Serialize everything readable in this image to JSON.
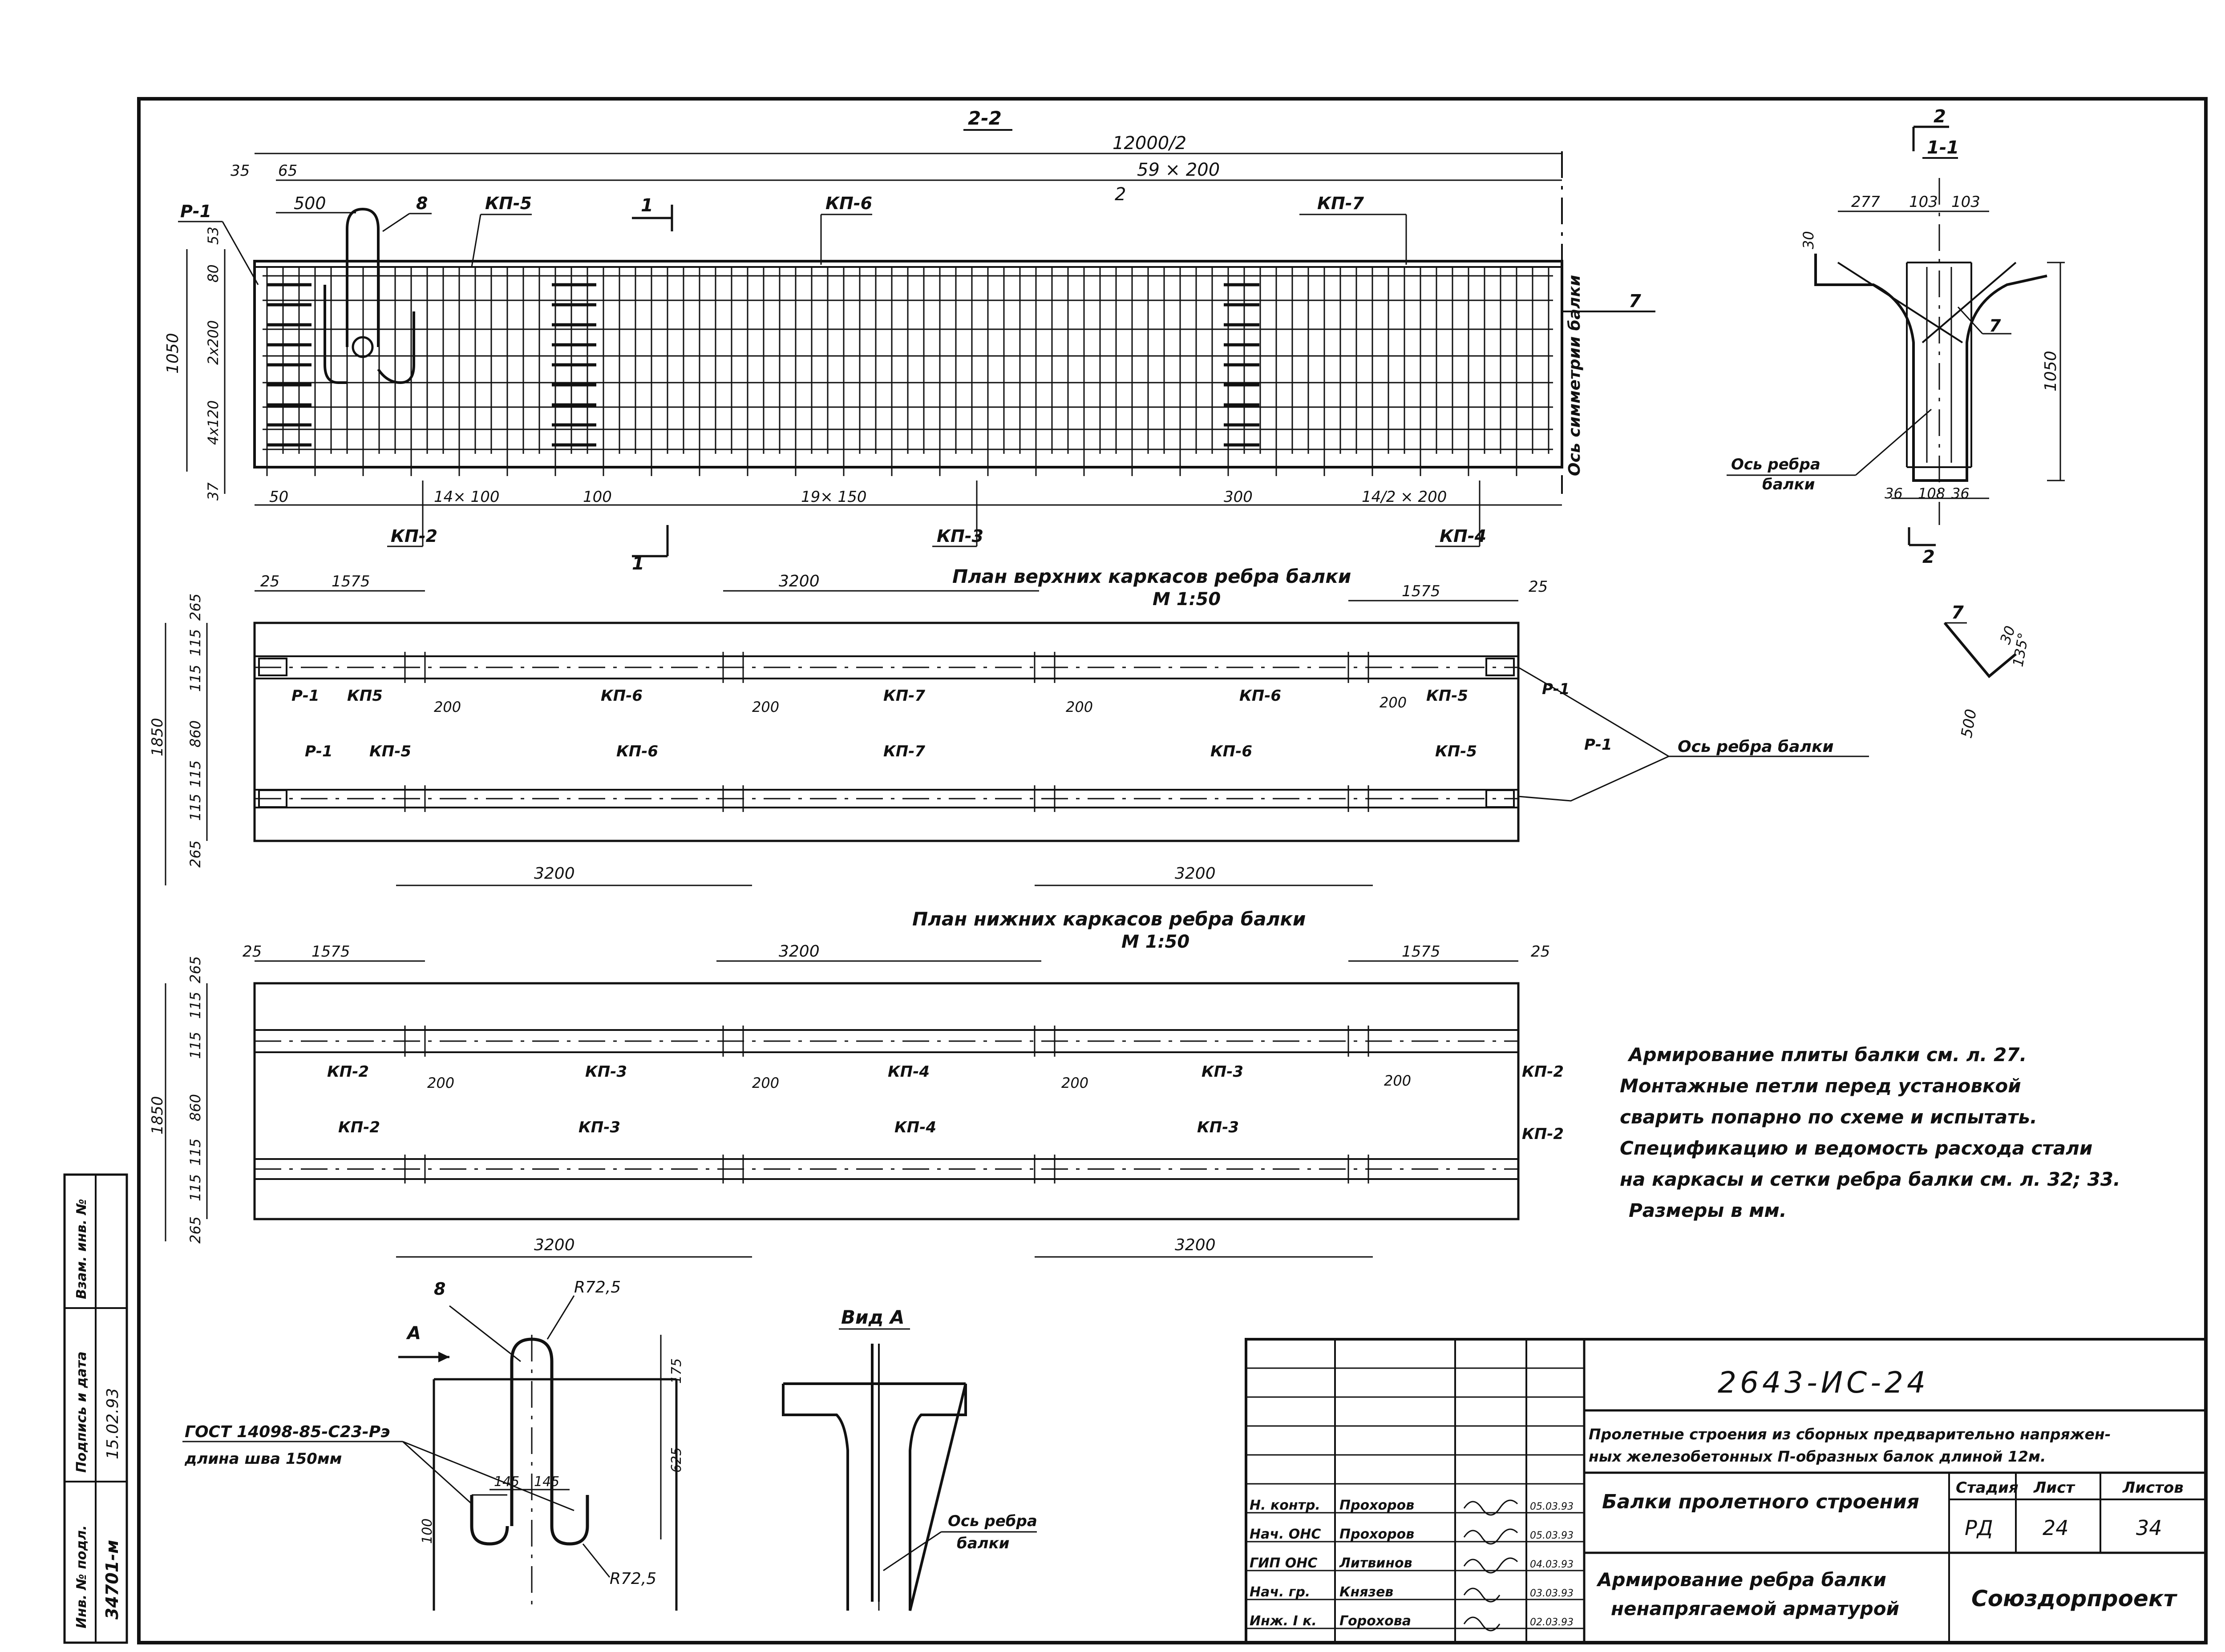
{
  "section22": {
    "title": "2-2",
    "overall": "12000/2",
    "pitch": "59 × 200",
    "pitch_mark": "2",
    "dims_left": [
      "35",
      "65",
      "500"
    ],
    "dims_vertical": [
      "1050",
      "53",
      "80",
      "2x200",
      "4x120",
      "37"
    ],
    "bottom_dims": [
      "50",
      "14× 100",
      "100",
      "19× 150",
      "300",
      "14/2 × 200"
    ],
    "labels_top": [
      "Р-1",
      "8",
      "КП-5",
      "КП-6",
      "КП-7"
    ],
    "labels_bottom": [
      "КП-2",
      "КП-3",
      "КП-4"
    ],
    "cut_mark": "1",
    "axis_label": "Ось симметрии балки",
    "mark7": "7"
  },
  "section11": {
    "title": "1-1",
    "cut_mark": "2",
    "top_dims": [
      "277",
      "103",
      "103"
    ],
    "dim30": "30",
    "height": "1050",
    "bottom_dims": [
      "36",
      "108",
      "36"
    ],
    "axis_label1": "Ось ребра",
    "axis_label2": "балки",
    "mark7": "7"
  },
  "detail7": {
    "mark": "7",
    "dim_small": "30",
    "angle": "135°",
    "length": "500"
  },
  "plan_top": {
    "title": "План верхних каркасов ребра балки",
    "scale": "М 1:50",
    "top_dims": [
      "25",
      "1575",
      "3200",
      "1575",
      "25"
    ],
    "left_dims": [
      "265",
      "115",
      "115",
      "1850",
      "860",
      "115",
      "115",
      "265"
    ],
    "row1_labels": [
      "Р-1",
      "КП5",
      "КП-6",
      "КП-7",
      "КП-6",
      "КП-5"
    ],
    "row2_labels": [
      "Р-1",
      "КП-5",
      "КП-6",
      "КП-7",
      "КП-6",
      "КП-5"
    ],
    "gap_labels": [
      "200",
      "200",
      "200",
      "200"
    ],
    "bottom_dims": [
      "3200",
      "3200"
    ],
    "right_labels": [
      "Р-1",
      "Р-1"
    ],
    "axis_label": "Ось ребра балки"
  },
  "plan_bottom": {
    "title": "План нижних каркасов ребра балки",
    "scale": "М 1:50",
    "top_dims": [
      "25",
      "1575",
      "3200",
      "1575",
      "25"
    ],
    "left_dims": [
      "265",
      "115",
      "115",
      "1850",
      "860",
      "115",
      "115",
      "265"
    ],
    "row1_labels": [
      "КП-2",
      "КП-3",
      "КП-4",
      "КП-3",
      "КП-2"
    ],
    "row2_labels": [
      "КП-2",
      "КП-3",
      "КП-4",
      "КП-3",
      "КП-2"
    ],
    "gap_labels": [
      "200",
      "200",
      "200",
      "200"
    ],
    "bottom_dims": [
      "3200",
      "3200"
    ]
  },
  "notes": [
    "Армирование плиты балки см. л. 27.",
    "Монтажные петли перед установкой",
    "сварить попарно по схеме и испытать.",
    "Спецификацию и ведомость расхода стали",
    "на каркасы и сетки ребра балки см. л. 32; 33.",
    "Размеры в мм."
  ],
  "loop_detail": {
    "mark": "8",
    "arrow_label": "А",
    "radius_top": "R72,5",
    "radius_bottom": "R72,5",
    "dims": [
      "145",
      "145",
      "175",
      "625",
      "100"
    ],
    "gost_line1": "ГОСТ 14098-85-С23-Рэ",
    "gost_line2": "длина шва 150мм"
  },
  "view_a": {
    "title": "Вид А",
    "axis_label1": "Ось ребра",
    "axis_label2": "балки"
  },
  "side_stamp": {
    "headers": [
      "Инв. № подл.",
      "Подпись и дата",
      "Взам. инв. №"
    ],
    "values": [
      "34701-м",
      "15.02.93",
      ""
    ]
  },
  "title_block": {
    "code": "2643-ИС-24",
    "description_line1": "Пролетные строения из сборных предварительно напряжен-",
    "description_line2": "ных железобетонных П-образных балок длиной 12м.",
    "part_title": "Балки пролетного строения",
    "sheet_title_line1": "Армирование ребра балки",
    "sheet_title_line2": "ненапрягаемой арматурой",
    "organization": "Союздорпроект",
    "headers": [
      "Стадия",
      "Лист",
      "Листов"
    ],
    "stage": "РД",
    "sheet": "24",
    "sheets": "34",
    "people": [
      {
        "role": "Н. контр.",
        "name": "Прохоров",
        "date": "05.03.93"
      },
      {
        "role": "Нач. ОНС",
        "name": "Прохоров",
        "date": "05.03.93"
      },
      {
        "role": "ГИП ОНС",
        "name": "Литвинов",
        "date": "04.03.93"
      },
      {
        "role": "Нач. гр.",
        "name": "Князев",
        "date": "03.03.93"
      },
      {
        "role": "Инж. I к.",
        "name": "Горохова",
        "date": "02.03.93"
      }
    ]
  }
}
